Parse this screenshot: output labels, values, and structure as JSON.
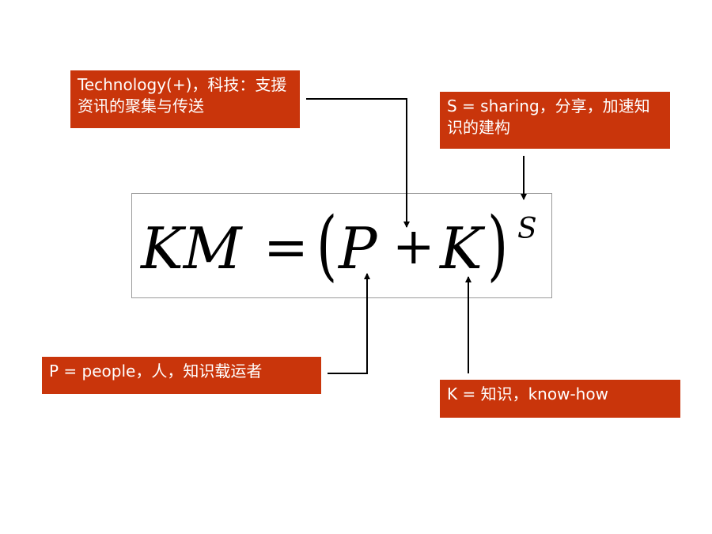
{
  "callouts": {
    "technology": "Technology(+)，科技：支援资讯的聚集与传送",
    "sharing": "S = sharing，分享，加速知识的建构",
    "people": "P = people，人，知识载运者",
    "knowledge": "K = 知识，know-how"
  },
  "formula": {
    "lhs": "KM",
    "equals": "=",
    "open_paren": "(",
    "p": "P",
    "plus": "+",
    "k": "K",
    "close_paren": ")",
    "exponent": "S"
  },
  "colors": {
    "callout_fill": "#c9350b",
    "callout_text": "#ffffff",
    "arrow": "#000000",
    "frame": "#9a9a9a"
  }
}
